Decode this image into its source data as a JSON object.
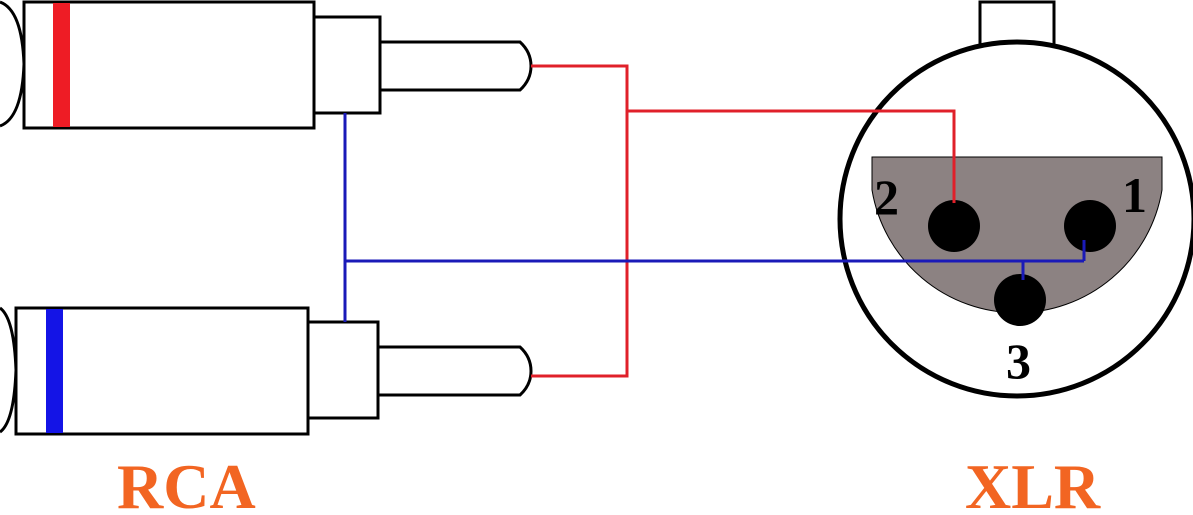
{
  "labels": {
    "rca": "RCA",
    "xlr": "XLR"
  },
  "xlr_pins": {
    "pin1": "1",
    "pin2": "2",
    "pin3": "3"
  },
  "colors": {
    "label": "#f26522",
    "hot_wire": "#e0202a",
    "ground_wire": "#1a1ab8",
    "red_band": "#ee1c25",
    "blue_band": "#1414e6",
    "connector_face": "#8c8282",
    "pin": "#000000",
    "outline": "#000000",
    "body": "#ffffff"
  },
  "components": {
    "top_rca": "rca-plug-red",
    "bottom_rca": "rca-plug-blue",
    "xlr": "xlr-female-3pin"
  }
}
